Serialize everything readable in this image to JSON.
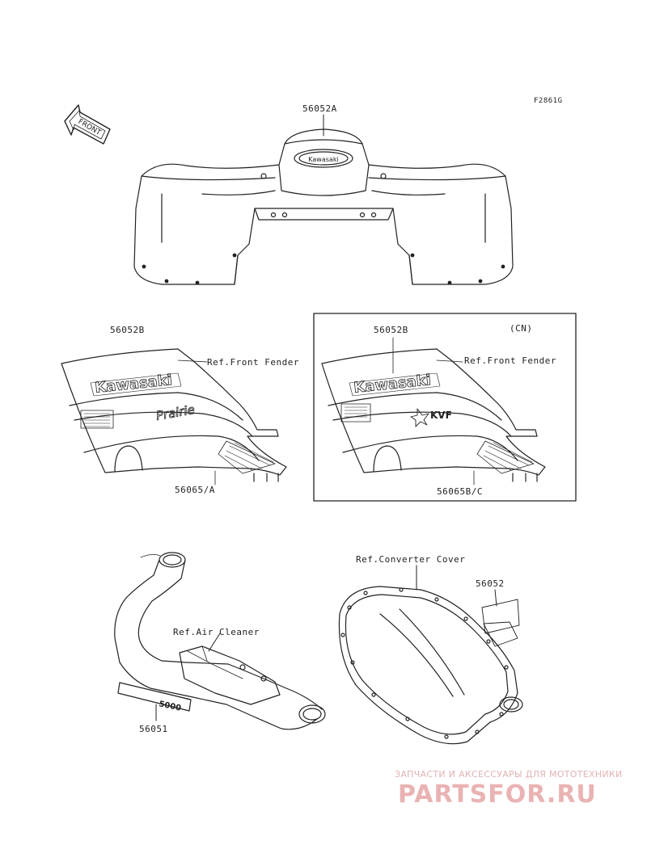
{
  "diagram_code": "F2861G",
  "front_arrow_text": "FRONT",
  "parts": {
    "top_decal": "56052A",
    "left_decal": "56052B",
    "right_decal": "56052B",
    "left_grille": "56065/A",
    "right_grille": "56065B/C",
    "converter_decal": "56052",
    "air_cleaner_decal": "56051"
  },
  "references": {
    "front_fender_left": "Ref.Front Fender",
    "front_fender_right": "Ref.Front Fender",
    "air_cleaner": "Ref.Air Cleaner",
    "converter_cover": "Ref.Converter Cover"
  },
  "variant_box_label": "(CN)",
  "decal_texts": {
    "top_logo": "Kawasaki",
    "left_logo": "Kawasaki",
    "right_logo": "Kawasaki",
    "left_model": "Prairie",
    "right_model": "KVF",
    "duct_label": "5000"
  },
  "watermark": {
    "top": "ЗАПЧАСТИ И АКСЕССУАРЫ ДЛЯ МОТОТЕХНИКИ",
    "main": "PARTSFOR.RU"
  },
  "colors": {
    "line": "#222222",
    "watermark": "#e6a8a8"
  }
}
